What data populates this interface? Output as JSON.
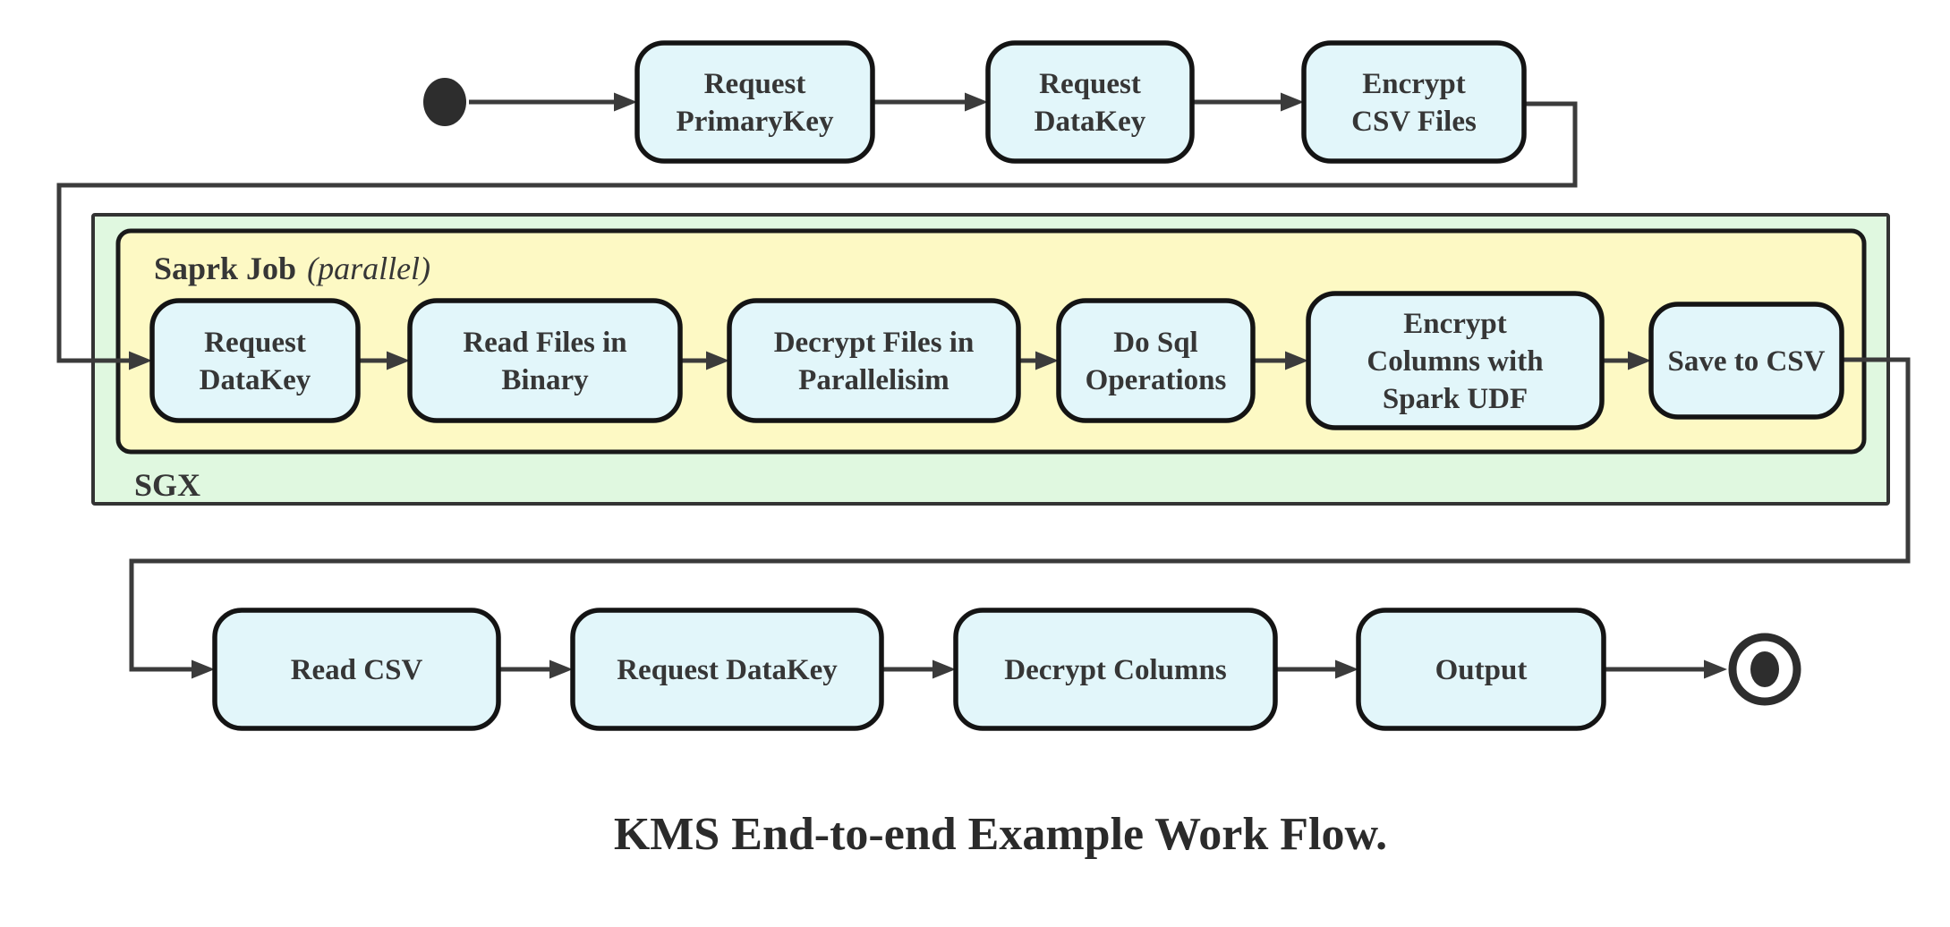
{
  "diagram": {
    "type": "state-flowchart",
    "caption": "KMS End-to-end Example Work Flow.",
    "start_state": "start",
    "end_state": "end",
    "containers": [
      {
        "id": "sgx",
        "label": "SGX"
      },
      {
        "id": "spark-job",
        "label_bold": "Saprk Job",
        "label_italic": "(parallel)",
        "parent": "sgx"
      }
    ],
    "nodes": [
      {
        "id": "request-primarykey",
        "lines": [
          "Request",
          "PrimaryKey"
        ],
        "row": "top"
      },
      {
        "id": "request-datakey-top",
        "lines": [
          "Request",
          "DataKey"
        ],
        "row": "top"
      },
      {
        "id": "encrypt-csv-files",
        "lines": [
          "Encrypt",
          "CSV Files"
        ],
        "row": "top"
      },
      {
        "id": "request-datakey-sgx",
        "lines": [
          "Request",
          "DataKey"
        ],
        "row": "spark-job"
      },
      {
        "id": "read-files-in-binary",
        "lines": [
          "Read Files in",
          "Binary"
        ],
        "row": "spark-job"
      },
      {
        "id": "decrypt-files-in-parallelisim",
        "lines": [
          "Decrypt Files in",
          "Parallelisim"
        ],
        "row": "spark-job"
      },
      {
        "id": "do-sql-operations",
        "lines": [
          "Do Sql",
          "Operations"
        ],
        "row": "spark-job"
      },
      {
        "id": "encrypt-columns-with-spark-udf",
        "lines": [
          "Encrypt",
          "Columns with",
          "Spark UDF"
        ],
        "row": "spark-job"
      },
      {
        "id": "save-to-csv",
        "lines": [
          "Save to CSV"
        ],
        "row": "spark-job"
      },
      {
        "id": "read-csv",
        "lines": [
          "Read CSV"
        ],
        "row": "bottom"
      },
      {
        "id": "request-datakey-bottom",
        "lines": [
          "Request DataKey"
        ],
        "row": "bottom"
      },
      {
        "id": "decrypt-columns",
        "lines": [
          "Decrypt Columns"
        ],
        "row": "bottom"
      },
      {
        "id": "output",
        "lines": [
          "Output"
        ],
        "row": "bottom"
      }
    ],
    "edges": [
      {
        "from": "start",
        "to": "request-primarykey"
      },
      {
        "from": "request-primarykey",
        "to": "request-datakey-top"
      },
      {
        "from": "request-datakey-top",
        "to": "encrypt-csv-files"
      },
      {
        "from": "encrypt-csv-files",
        "to": "request-datakey-sgx"
      },
      {
        "from": "request-datakey-sgx",
        "to": "read-files-in-binary"
      },
      {
        "from": "read-files-in-binary",
        "to": "decrypt-files-in-parallelisim"
      },
      {
        "from": "decrypt-files-in-parallelisim",
        "to": "do-sql-operations"
      },
      {
        "from": "do-sql-operations",
        "to": "encrypt-columns-with-spark-udf"
      },
      {
        "from": "encrypt-columns-with-spark-udf",
        "to": "save-to-csv"
      },
      {
        "from": "save-to-csv",
        "to": "read-csv"
      },
      {
        "from": "read-csv",
        "to": "request-datakey-bottom"
      },
      {
        "from": "request-datakey-bottom",
        "to": "decrypt-columns"
      },
      {
        "from": "decrypt-columns",
        "to": "output"
      },
      {
        "from": "output",
        "to": "end"
      }
    ],
    "colors": {
      "background": "#ffffff",
      "node_fill": "#e2f6fa",
      "node_border": "#141414",
      "spark_fill": "#fdf9c4",
      "spark_border": "#1a1a1a",
      "sgx_fill": "#e0f8e0",
      "sgx_border": "#333333",
      "edge": "#3b3b3b",
      "text": "#363636",
      "start_end": "#2d2d2d"
    }
  }
}
